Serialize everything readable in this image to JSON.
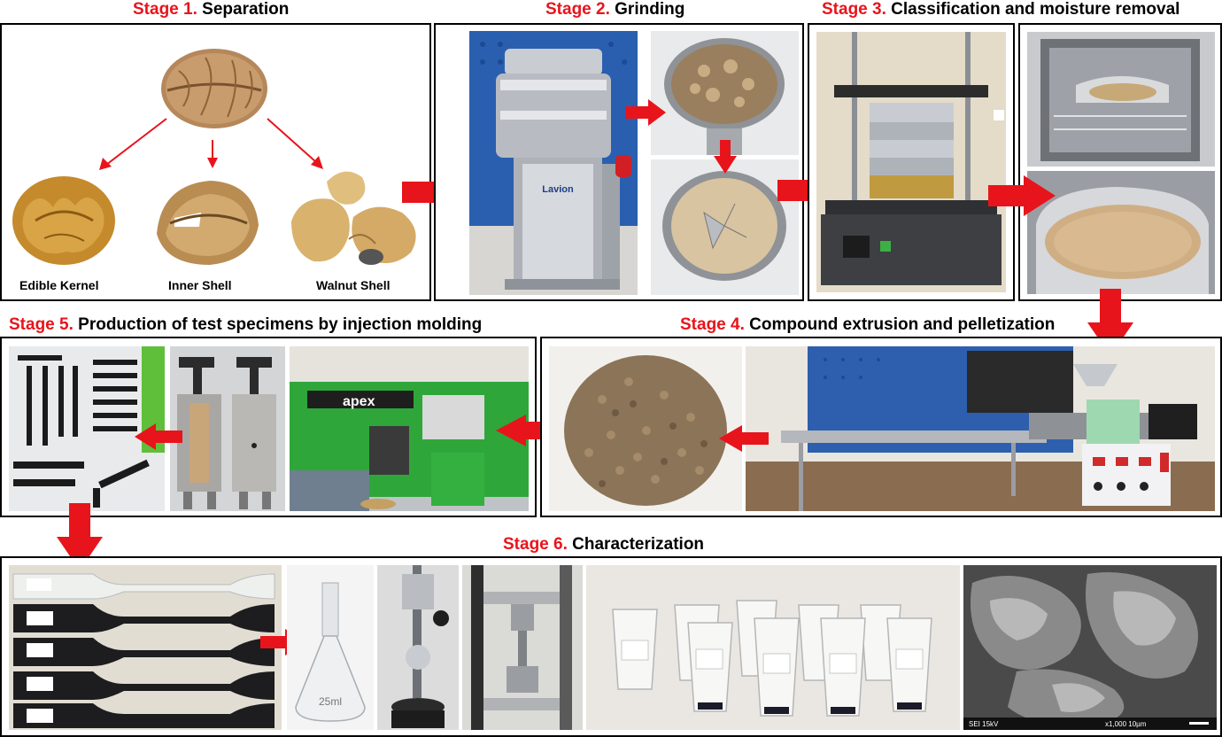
{
  "stages": {
    "s1": {
      "num": "Stage 1.",
      "title": "Separation"
    },
    "s2": {
      "num": "Stage 2.",
      "title": "Grinding"
    },
    "s3": {
      "num": "Stage 3.",
      "title": "Classification and moisture removal"
    },
    "s4": {
      "num": "Stage 4.",
      "title": "Compound extrusion and pelletization"
    },
    "s5": {
      "num": "Stage 5.",
      "title": "Production of test specimens by injection molding"
    },
    "s6": {
      "num": "Stage 6.",
      "title": "Characterization"
    }
  },
  "captions": {
    "kernel": "Edible Kernel",
    "inner_shell": "Inner Shell",
    "walnut_shell": "Walnut Shell"
  },
  "photo_labels": {
    "grinder_brand": "Lavion",
    "machine_brand": "apex",
    "flask_volume": "25ml",
    "sem_kv": "SEI  15kV",
    "sem_mag": "x1,000   10µm"
  },
  "colors": {
    "stage_number": "#e8141b",
    "arrow": "#e8141b",
    "frame": "#000000"
  }
}
